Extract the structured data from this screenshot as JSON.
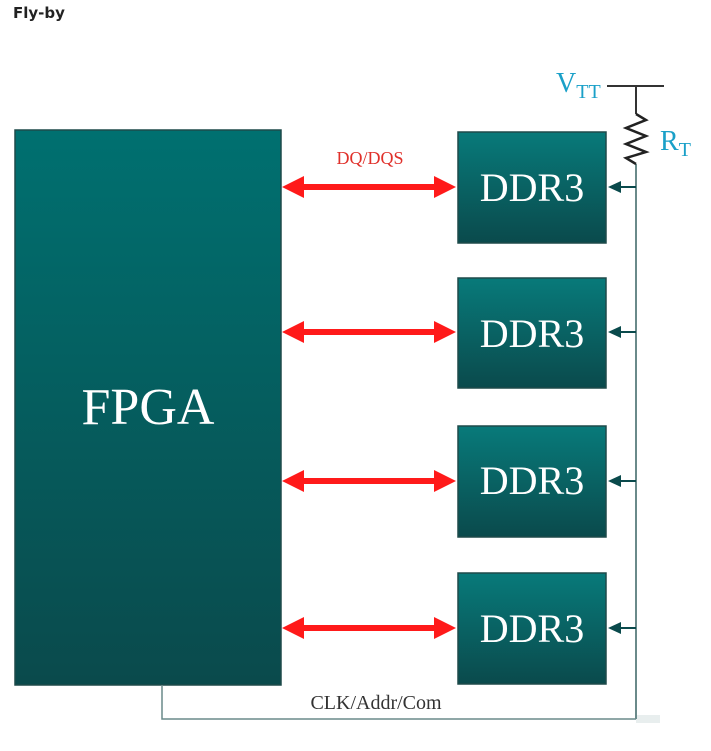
{
  "heading": "Fly-by",
  "diagram": {
    "fpga_label": "FPGA",
    "memory_label": "DDR3",
    "memory_count": 4,
    "data_bus_label": "DQ/DQS",
    "control_bus_label": "CLK/Addr/Com",
    "vtt_main": "V",
    "vtt_sub": "TT",
    "rt_main": "R",
    "rt_sub": "T"
  },
  "colors": {
    "block_top": "#087878",
    "block_bottom": "#0a4a4c",
    "arrow": "#ff1a1a",
    "net_label": "#1aa0c8",
    "bus_label_red": "#e0302a",
    "wire": "#6a8a8a"
  }
}
